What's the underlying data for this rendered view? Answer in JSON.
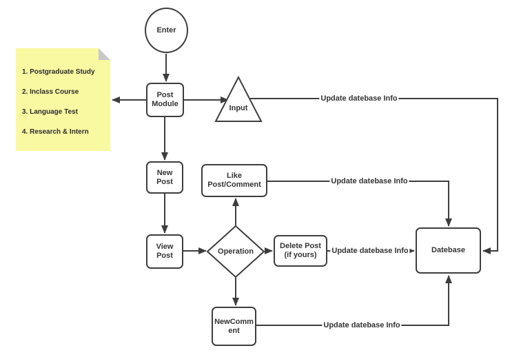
{
  "diagram": {
    "note": {
      "items": [
        "1. Postgraduate Study",
        "2. Inclass Course",
        "3. Language Test",
        "4. Research & Intern"
      ]
    },
    "nodes": {
      "enter": "Enter",
      "post_module": "Post Module",
      "input": "Input",
      "new_post": "New Post",
      "view_post": "View Post",
      "like_post_comment": "Like Post/Comment",
      "operation": "Operation",
      "delete_post": "Delete Post (if yours)",
      "new_comment": "NewComment",
      "datebase": "Datebase"
    },
    "edge_labels": {
      "input_to_datebase": "Update datebase Info",
      "like_to_datebase": "Update datebase Info",
      "delete_to_datebase": "Update datebase Info",
      "comment_to_datebase": "Update datebase Info"
    }
  },
  "colors": {
    "line": "#3d3d3d",
    "text": "#333333",
    "note_bg": "#f9f9a2",
    "note_fold": "#c8c8c8",
    "canvas_bg": "#ffffff"
  }
}
